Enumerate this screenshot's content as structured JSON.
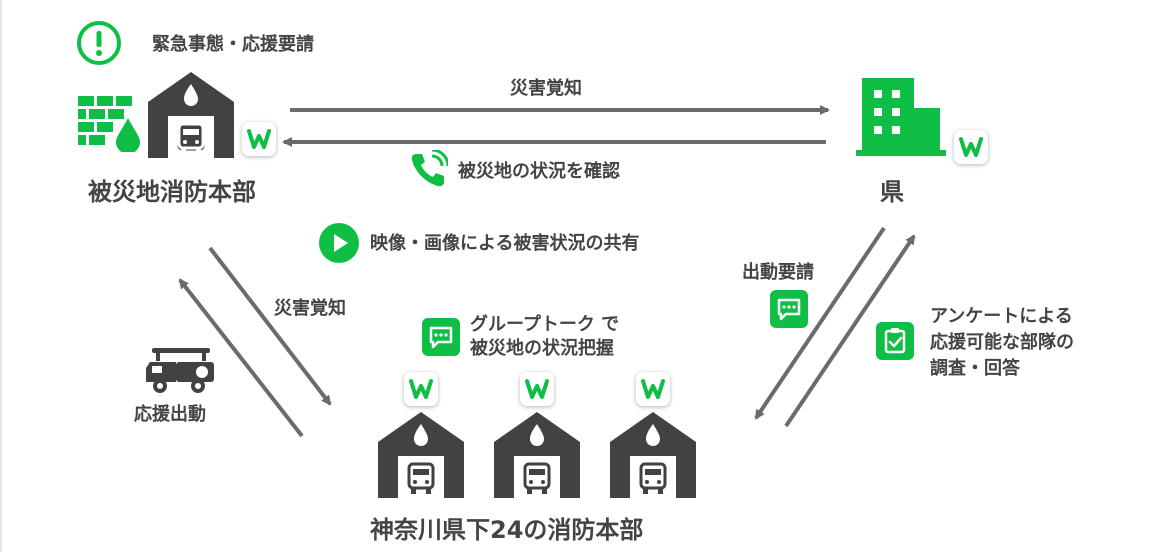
{
  "labels": {
    "emergency": "緊急事態・応援要請",
    "hq_name": "被災地消防本部",
    "pref_name": "県",
    "disaster_awareness_top": "災害覚知",
    "confirm_situation": "被災地の状況を確認",
    "video_share": "映像・画像による被害状況の共有",
    "disaster_awareness_left": "災害覚知",
    "group_talk_line1": "グループトーク で",
    "group_talk_line2": "被災地の状況把握",
    "support_dispatch": "応援出動",
    "dispatch_request": "出動要請",
    "survey_line1": "アンケートによる",
    "survey_line2": "応援可能な部隊の",
    "survey_line3": "調査・回答",
    "local_hq": "神奈川県下24の消防本部"
  },
  "colors": {
    "accent": "#0fbf45",
    "text": "#444444",
    "arrow": "#6b6b6b",
    "station": "#424242"
  },
  "icons": [
    "exclamation-icon",
    "water-wall-icon",
    "fire-station-icon",
    "works-app-icon",
    "building-icon",
    "phone-icon",
    "play-icon",
    "chat-icon",
    "survey-icon",
    "fire-truck-icon"
  ]
}
